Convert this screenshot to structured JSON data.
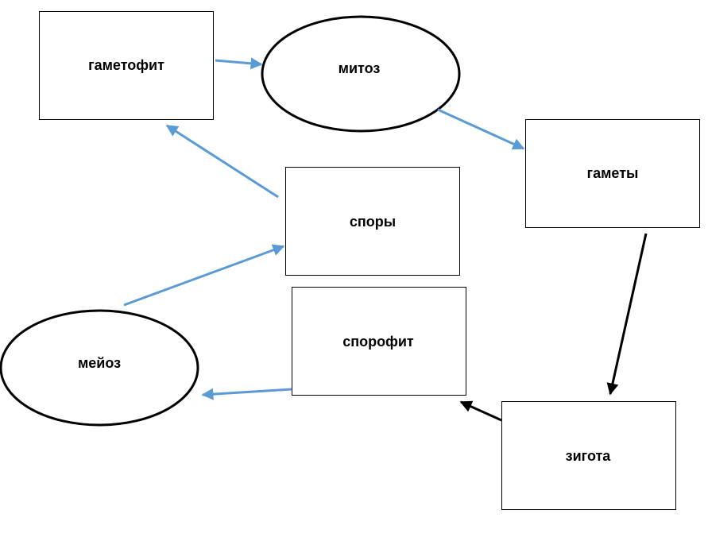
{
  "diagram": {
    "nodes": {
      "gametophyte": {
        "label": "гаметофит",
        "shape": "rectangle"
      },
      "mitosis": {
        "label": "митоз",
        "shape": "ellipse"
      },
      "gametes": {
        "label": "гаметы",
        "shape": "rectangle"
      },
      "spores": {
        "label": "споры",
        "shape": "rectangle"
      },
      "sporophyte": {
        "label": "спорофит",
        "shape": "rectangle"
      },
      "meiosis": {
        "label": "мейоз",
        "shape": "ellipse"
      },
      "zygote": {
        "label": "зигота",
        "shape": "rectangle"
      }
    },
    "edges": [
      {
        "from": "gametophyte",
        "to": "mitosis",
        "color": "#5b9bd5"
      },
      {
        "from": "mitosis",
        "to": "gametes",
        "color": "#5b9bd5"
      },
      {
        "from": "gametes",
        "to": "zygote",
        "color": "#000000"
      },
      {
        "from": "zygote",
        "to": "sporophyte",
        "color": "#000000"
      },
      {
        "from": "sporophyte",
        "to": "meiosis",
        "color": "#5b9bd5"
      },
      {
        "from": "meiosis",
        "to": "spores",
        "color": "#5b9bd5"
      },
      {
        "from": "spores",
        "to": "gametophyte",
        "color": "#5b9bd5"
      }
    ]
  }
}
